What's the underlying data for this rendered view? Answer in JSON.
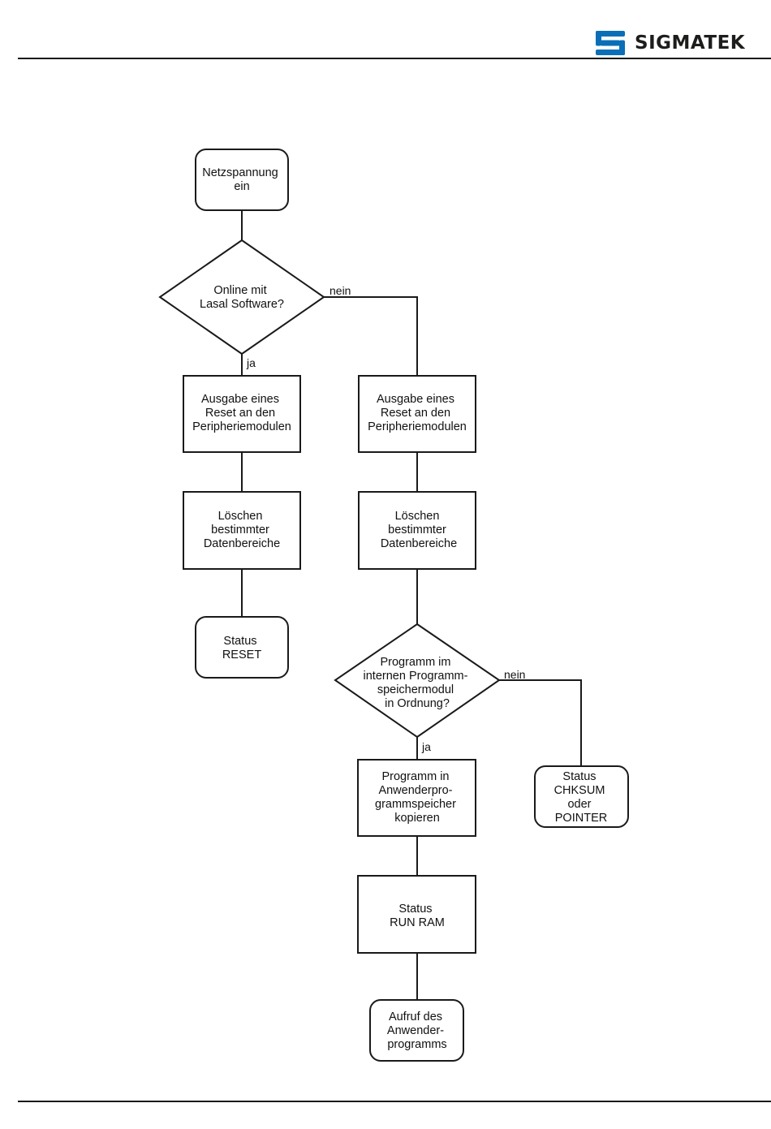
{
  "header": {
    "brand": "SIGMATEK",
    "brand_color": "#0a6fb7",
    "logo_icon": "sigmatek-logo-icon"
  },
  "flowchart": {
    "nodes": {
      "start": [
        "Netzspannung",
        "ein"
      ],
      "q_online": [
        "Online mit",
        "Lasal Software?"
      ],
      "reset_left": [
        "Ausgabe eines",
        "Reset an den",
        "Peripheriemodulen"
      ],
      "reset_right": [
        "Ausgabe eines",
        "Reset an den",
        "Peripheriemodulen"
      ],
      "clear_left": [
        "Löschen",
        "bestimmter",
        "Datenbereiche"
      ],
      "clear_right": [
        "Löschen",
        "bestimmter",
        "Datenbereiche"
      ],
      "status_reset": [
        "Status",
        "RESET"
      ],
      "q_program": [
        "Programm im",
        "internen Programm-",
        "speichermodul",
        "in Ordnung?"
      ],
      "copy_program": [
        "Programm in",
        "Anwenderpro-",
        "grammspeicher",
        "kopieren"
      ],
      "status_chksum": [
        "Status",
        "CHKSUM",
        "oder",
        "POINTER"
      ],
      "status_run": [
        "Status",
        "RUN RAM"
      ],
      "call_program": [
        "Aufruf des",
        "Anwender-",
        "programms"
      ]
    },
    "edge_labels": {
      "online_no": "nein",
      "online_yes": "ja",
      "program_no": "nein",
      "program_yes": "ja"
    }
  }
}
